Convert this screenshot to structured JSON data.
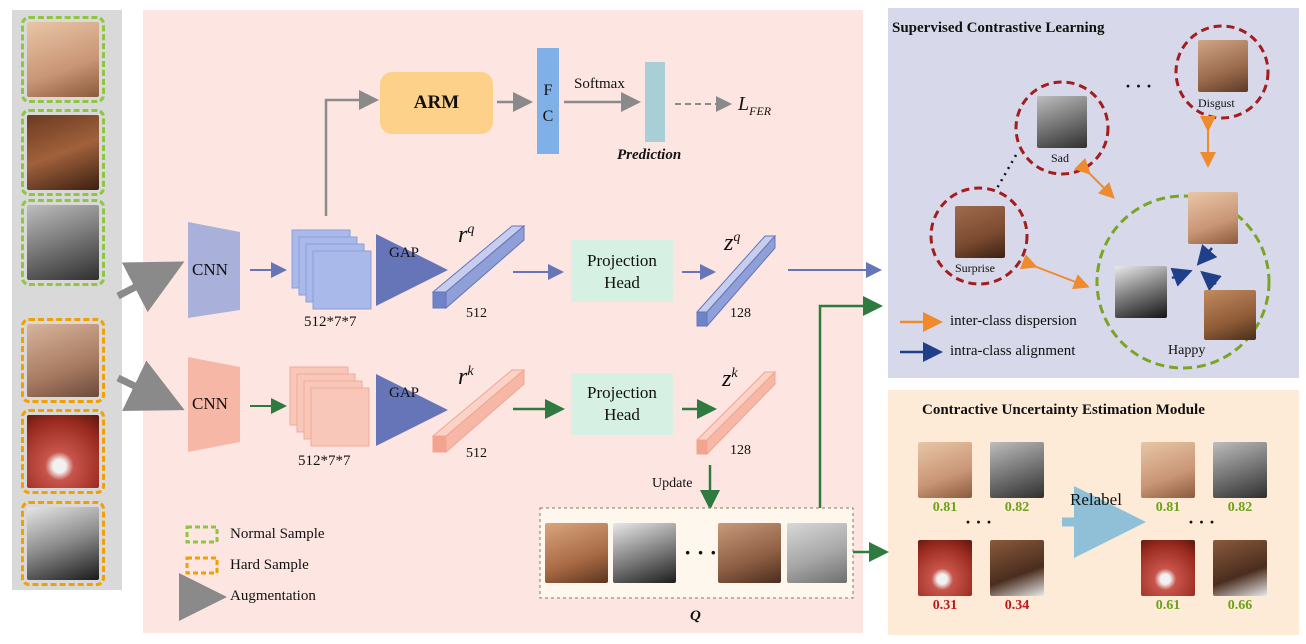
{
  "labels": {
    "cnn_query": "CNN",
    "cnn_key": "CNN",
    "feature_dims": "512*7*7",
    "gap": "GAP",
    "r_q": "r",
    "q_sup": "q",
    "k_sup": "k",
    "dim_512": "512",
    "dim_128": "128",
    "projection_head_line1": "Projection",
    "projection_head_line2": "Head",
    "z": "z",
    "arm": "ARM",
    "fc": "F\nC",
    "softmax": "Softmax",
    "prediction": "Prediction",
    "loss_main": "L",
    "loss_sub": "FER",
    "update": "Update",
    "queue_label": "Q",
    "queue_ellipsis": "· · ·"
  },
  "legend": {
    "normal": "Normal Sample",
    "hard": "Hard Sample",
    "augmentation": "Augmentation"
  },
  "scl": {
    "title": "Supervised Contrastive Learning",
    "classes": [
      "Disgust",
      "Sad",
      "Surprise",
      "Happy"
    ],
    "ellipsis": "· · ·",
    "inter_class": "inter-class dispersion",
    "intra_class": "intra-class alignment"
  },
  "cue": {
    "title": "Contractive Uncertainty Estimation Module",
    "relabel": "Relabel",
    "before_scores": [
      "0.81",
      "0.82",
      "0.31",
      "0.34"
    ],
    "after_scores": [
      "0.81",
      "0.82",
      "0.61",
      "0.66"
    ],
    "ellipsis": "· · ·"
  },
  "colors": {
    "normal": "#8dc63f",
    "hard": "#f0a000",
    "blue_branch": "#6675b8",
    "green_branch": "#2e7a3f",
    "orange_arrow": "#ef8b2c",
    "navy_arrow": "#1f3f8a",
    "red_circle": "#a31d1d",
    "green_circle": "#7aa524",
    "arm_box": "#fdd18a",
    "fc_box": "#7fb0e8",
    "pred_box": "#a8cfd6",
    "proj_box": "#d6f1e4"
  }
}
